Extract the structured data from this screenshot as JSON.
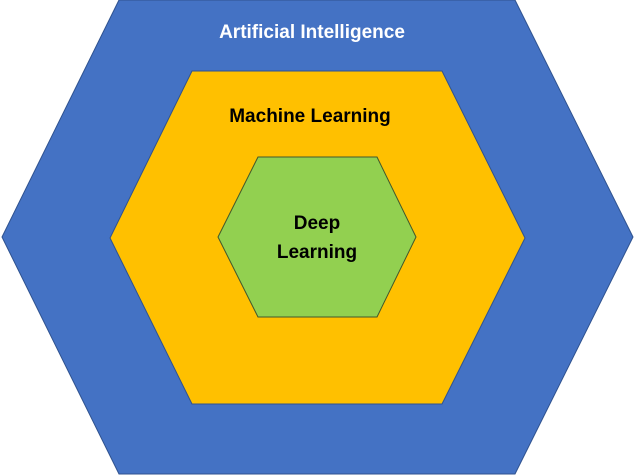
{
  "diagram": {
    "outer": {
      "label": "Artificial Intelligence",
      "fill": "#4472C4",
      "text_color": "#FFFFFF"
    },
    "middle": {
      "label": "Machine Learning",
      "fill": "#FFC000",
      "text_color": "#000000"
    },
    "inner": {
      "label_line1": "Deep",
      "label_line2": "Learning",
      "fill": "#92D050",
      "text_color": "#000000"
    }
  }
}
